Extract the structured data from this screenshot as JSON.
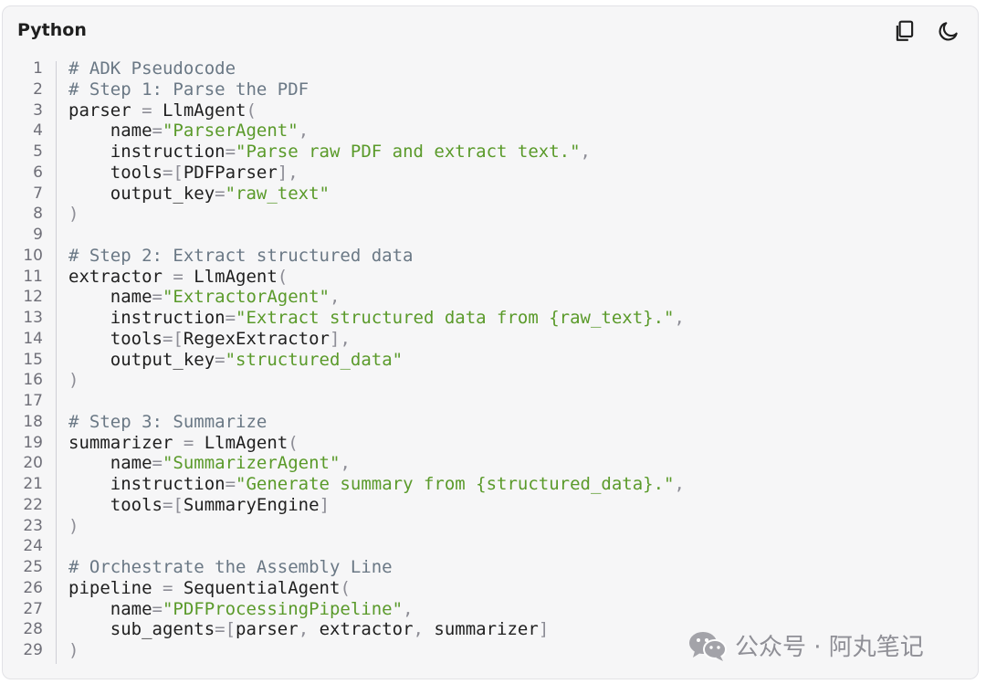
{
  "header": {
    "language": "Python",
    "copy_icon": "copy-icon",
    "theme_icon": "moon-icon"
  },
  "code": {
    "line_numbers": [
      "1",
      "2",
      "3",
      "4",
      "5",
      "6",
      "7",
      "8",
      "9",
      "10",
      "11",
      "12",
      "13",
      "14",
      "15",
      "16",
      "17",
      "18",
      "19",
      "20",
      "21",
      "22",
      "23",
      "24",
      "25",
      "26",
      "27",
      "28",
      "29"
    ],
    "lines": [
      [
        [
          "cm",
          "# ADK Pseudocode"
        ]
      ],
      [
        [
          "cm",
          "# Step 1: Parse the PDF"
        ]
      ],
      [
        [
          "tx",
          "parser "
        ],
        [
          "pn",
          "="
        ],
        [
          "tx",
          " LlmAgent"
        ],
        [
          "pn",
          "("
        ]
      ],
      [
        [
          "tx",
          "    name"
        ],
        [
          "pn",
          "="
        ],
        [
          "st",
          "\"ParserAgent\""
        ],
        [
          "pn",
          ","
        ]
      ],
      [
        [
          "tx",
          "    instruction"
        ],
        [
          "pn",
          "="
        ],
        [
          "st",
          "\"Parse raw PDF and extract text.\""
        ],
        [
          "pn",
          ","
        ]
      ],
      [
        [
          "tx",
          "    tools"
        ],
        [
          "pn",
          "=["
        ],
        [
          "tx",
          "PDFParser"
        ],
        [
          "pn",
          "],"
        ]
      ],
      [
        [
          "tx",
          "    output_key"
        ],
        [
          "pn",
          "="
        ],
        [
          "st",
          "\"raw_text\""
        ]
      ],
      [
        [
          "pn",
          ")"
        ]
      ],
      [],
      [
        [
          "cm",
          "# Step 2: Extract structured data"
        ]
      ],
      [
        [
          "tx",
          "extractor "
        ],
        [
          "pn",
          "="
        ],
        [
          "tx",
          " LlmAgent"
        ],
        [
          "pn",
          "("
        ]
      ],
      [
        [
          "tx",
          "    name"
        ],
        [
          "pn",
          "="
        ],
        [
          "st",
          "\"ExtractorAgent\""
        ],
        [
          "pn",
          ","
        ]
      ],
      [
        [
          "tx",
          "    instruction"
        ],
        [
          "pn",
          "="
        ],
        [
          "st",
          "\"Extract structured data from {raw_text}.\""
        ],
        [
          "pn",
          ","
        ]
      ],
      [
        [
          "tx",
          "    tools"
        ],
        [
          "pn",
          "=["
        ],
        [
          "tx",
          "RegexExtractor"
        ],
        [
          "pn",
          "],"
        ]
      ],
      [
        [
          "tx",
          "    output_key"
        ],
        [
          "pn",
          "="
        ],
        [
          "st",
          "\"structured_data\""
        ]
      ],
      [
        [
          "pn",
          ")"
        ]
      ],
      [],
      [
        [
          "cm",
          "# Step 3: Summarize"
        ]
      ],
      [
        [
          "tx",
          "summarizer "
        ],
        [
          "pn",
          "="
        ],
        [
          "tx",
          " LlmAgent"
        ],
        [
          "pn",
          "("
        ]
      ],
      [
        [
          "tx",
          "    name"
        ],
        [
          "pn",
          "="
        ],
        [
          "st",
          "\"SummarizerAgent\""
        ],
        [
          "pn",
          ","
        ]
      ],
      [
        [
          "tx",
          "    instruction"
        ],
        [
          "pn",
          "="
        ],
        [
          "st",
          "\"Generate summary from {structured_data}.\""
        ],
        [
          "pn",
          ","
        ]
      ],
      [
        [
          "tx",
          "    tools"
        ],
        [
          "pn",
          "=["
        ],
        [
          "tx",
          "SummaryEngine"
        ],
        [
          "pn",
          "]"
        ]
      ],
      [
        [
          "pn",
          ")"
        ]
      ],
      [],
      [
        [
          "cm",
          "# Orchestrate the Assembly Line"
        ]
      ],
      [
        [
          "tx",
          "pipeline "
        ],
        [
          "pn",
          "="
        ],
        [
          "tx",
          " SequentialAgent"
        ],
        [
          "pn",
          "("
        ]
      ],
      [
        [
          "tx",
          "    name"
        ],
        [
          "pn",
          "="
        ],
        [
          "st",
          "\"PDFProcessingPipeline\""
        ],
        [
          "pn",
          ","
        ]
      ],
      [
        [
          "tx",
          "    sub_agents"
        ],
        [
          "pn",
          "=["
        ],
        [
          "tx",
          "parser"
        ],
        [
          "pn",
          ","
        ],
        [
          "tx",
          " extractor"
        ],
        [
          "pn",
          ","
        ],
        [
          "tx",
          " summarizer"
        ],
        [
          "pn",
          "]"
        ]
      ],
      [
        [
          "pn",
          ")"
        ]
      ]
    ]
  },
  "watermark": {
    "icon": "wechat-icon",
    "text": "公众号 · 阿丸笔记"
  },
  "colors": {
    "comment": "#6a7885",
    "string": "#5a9a2a",
    "punctuation": "#8d8d96",
    "text": "#1f1f1f"
  }
}
